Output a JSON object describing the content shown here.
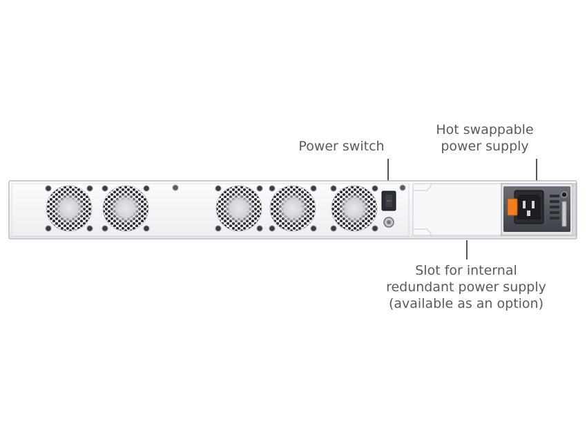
{
  "callouts": {
    "power_switch": [
      "Power switch"
    ],
    "hot_swappable_psu": [
      "Hot swappable",
      "power supply"
    ],
    "internal_slot": [
      "Slot for internal",
      "redundant power supply",
      "(available as an option)"
    ]
  },
  "components": {
    "fans": [
      "fan-1",
      "fan-2",
      "fan-3",
      "fan-4",
      "fan-5"
    ],
    "power_switch": "rocker-switch",
    "ground_terminal": "ground-screw",
    "internal_psu_slot": "blank-cover",
    "hot_swap_psu": "psu-module"
  },
  "colors": {
    "chassis": "#f4f5f6",
    "chassis_edge": "#c9ccd0",
    "fan_vent": "#2b2e33",
    "screw": "#3a3d42",
    "psu_handle": "#f07d1f",
    "text": "#5a5a5a"
  }
}
